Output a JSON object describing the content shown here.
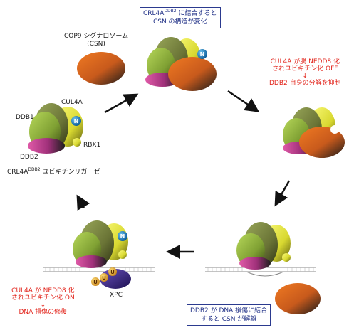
{
  "top_box": {
    "line1_a": "CRL4A",
    "line1_sup": "DDB2",
    "line1_b": " に結合すると",
    "line2": "CSN の構造が変化"
  },
  "csn_label": {
    "line1": "COP9 シグナロソーム",
    "line2": "(CSN)"
  },
  "crl4a_labels": {
    "cul4a": "CUL4A",
    "ddb1": "DDB1",
    "rbx1": "RBX1",
    "ddb2": "DDB2"
  },
  "crl4a_caption": {
    "a": "CRL4A",
    "sup": "DDB2",
    "b": " ユビキチンリガーゼ"
  },
  "right_red_note": {
    "line1": "CUL4A が脱 NEDD8 化",
    "line2": "されユビキチン化 OFF",
    "arrow": "↓",
    "line3": "DDB2 自身の分解を抑制"
  },
  "left_red_note": {
    "line1": "CUL4A が NEDD8 化",
    "line2": "されユビキチン化 ON",
    "arrow": "↓",
    "line3": "DNA 損傷の修復"
  },
  "bottom_box": {
    "line1": "DDB2 が DNA 損傷に結合",
    "line2": "すると CSN が解離"
  },
  "nedd8_symbol": "N",
  "ubiquitin_symbol": "U",
  "xpc_label": "XPC",
  "colors": {
    "accent_red": "#e2231a",
    "box_blue": "#2b3a8f",
    "cul4a_olive": "#7d8a3c",
    "ddb1_green": "#9bbf3c",
    "rbx1_yellow": "#e8e83c",
    "ddb2_pink": "#d23c8c",
    "csn_orange": "#e46a1e",
    "nedd8_blue": "#1e8fd0",
    "ub_yellow": "#f0b428",
    "xpc_purple": "#4b2f9a"
  }
}
